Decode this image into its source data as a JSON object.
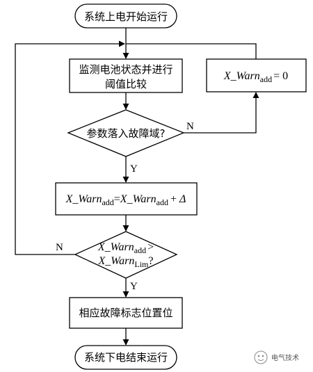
{
  "start_node": "系统上电开始运行",
  "monitor_node": {
    "line1": "监测电池状态并进行",
    "line2": "阈值比较"
  },
  "reset_node": {
    "var": "X_Warn",
    "sub": "add",
    "rhs": "= 0"
  },
  "decision1": "参数落入故障域?",
  "decision1_yes": "Y",
  "decision1_no": "N",
  "increment_node": {
    "lhs_var": "X_Warn",
    "lhs_sub": "add",
    "eq": "=",
    "rhs_var": "X_Warn",
    "rhs_sub": "add",
    "plus": "+ ",
    "delta": "Δ"
  },
  "decision2": {
    "line1_var": "X_Warn",
    "line1_sub": "add",
    "line1_op": ">",
    "line2_var": "X_Warn",
    "line2_sub": "Lim",
    "line2_q": "?"
  },
  "decision2_yes": "Y",
  "decision2_no": "N",
  "flag_node": "相应故障标志位置位",
  "end_node": "系统下电结束运行",
  "watermark": "电气技术"
}
